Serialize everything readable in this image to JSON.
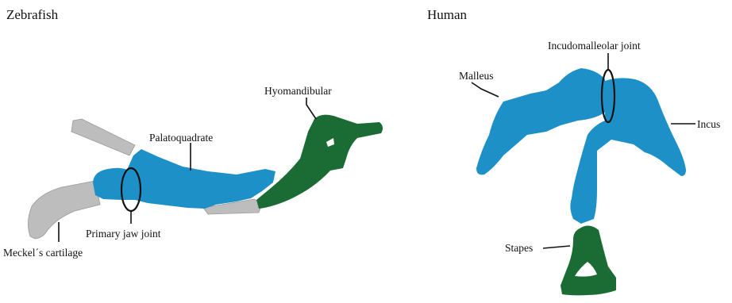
{
  "panels": {
    "zebrafish": {
      "title": "Zebrafish",
      "labels": {
        "palatoquadrate": "Palatoquadrate",
        "hyomandibular": "Hyomandibular",
        "primary_jaw_joint": "Primary jaw joint",
        "meckels_cartilage": "Meckel´s cartilage"
      }
    },
    "human": {
      "title": "Human",
      "labels": {
        "incudomalleolar_joint": "Incudomalleolar joint",
        "malleus": "Malleus",
        "incus": "Incus",
        "stapes": "Stapes"
      }
    }
  },
  "colors": {
    "blue_bone": "#1e90c8",
    "green_bone": "#1b6b34",
    "grey_cartilage": "#bdbdbd",
    "outline": "#111111",
    "background": "#ffffff"
  }
}
